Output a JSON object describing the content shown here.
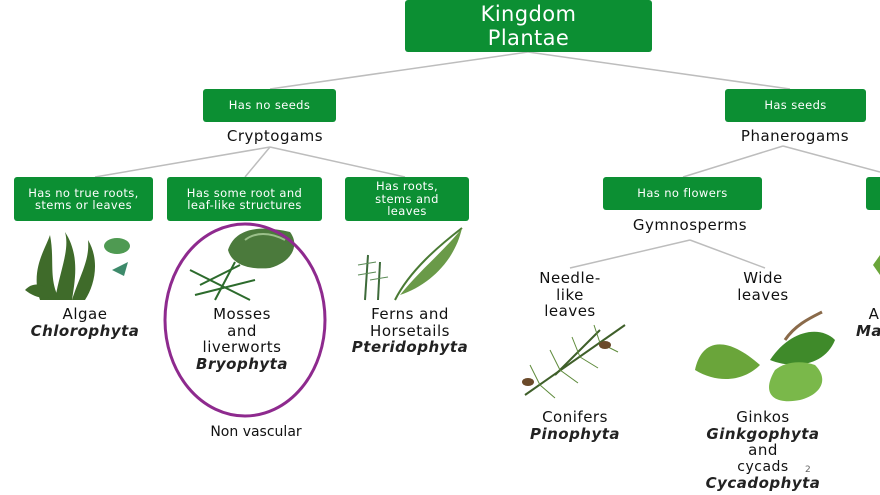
{
  "root": {
    "line1": "Kingdom",
    "line2": "Plantae"
  },
  "branches": {
    "no_seeds": {
      "condition": "Has no seeds",
      "name": "Cryptogams"
    },
    "seeds": {
      "condition": "Has seeds",
      "name": "Phanerogams"
    }
  },
  "cryptogams": [
    {
      "condition": "Has no true roots, stems or leaves",
      "common": [
        "Algae"
      ],
      "scientific": "Chlorophyta"
    },
    {
      "condition": "Has some root and leaf-like structures",
      "common": [
        "Mosses",
        "and",
        "liverworts"
      ],
      "scientific": "Bryophyta"
    },
    {
      "condition": "Has roots, stems and leaves",
      "common": [
        "Ferns and",
        "Horsetails"
      ],
      "scientific": "Pteridophyta"
    }
  ],
  "non_vascular_label": "Non vascular",
  "gymnosperms": {
    "condition": "Has no flowers",
    "name": "Gymnosperms",
    "needle": {
      "label": [
        "Needle-",
        "like",
        "leaves"
      ],
      "common": "Conifers",
      "scientific": "Pinophyta"
    },
    "wide": {
      "label": [
        "Wide",
        "leaves"
      ],
      "common": "Ginkos",
      "scientific": "Ginkgophyta",
      "and": "and",
      "common2": "cycads",
      "scientific2": "Cycadophyta"
    }
  },
  "cut_off": {
    "line1": "A",
    "line2": "Ma"
  },
  "slide_number": "2",
  "colors": {
    "box": "#0c8f33",
    "highlight": "#8e2a8e",
    "line": "#b8b8b8"
  }
}
